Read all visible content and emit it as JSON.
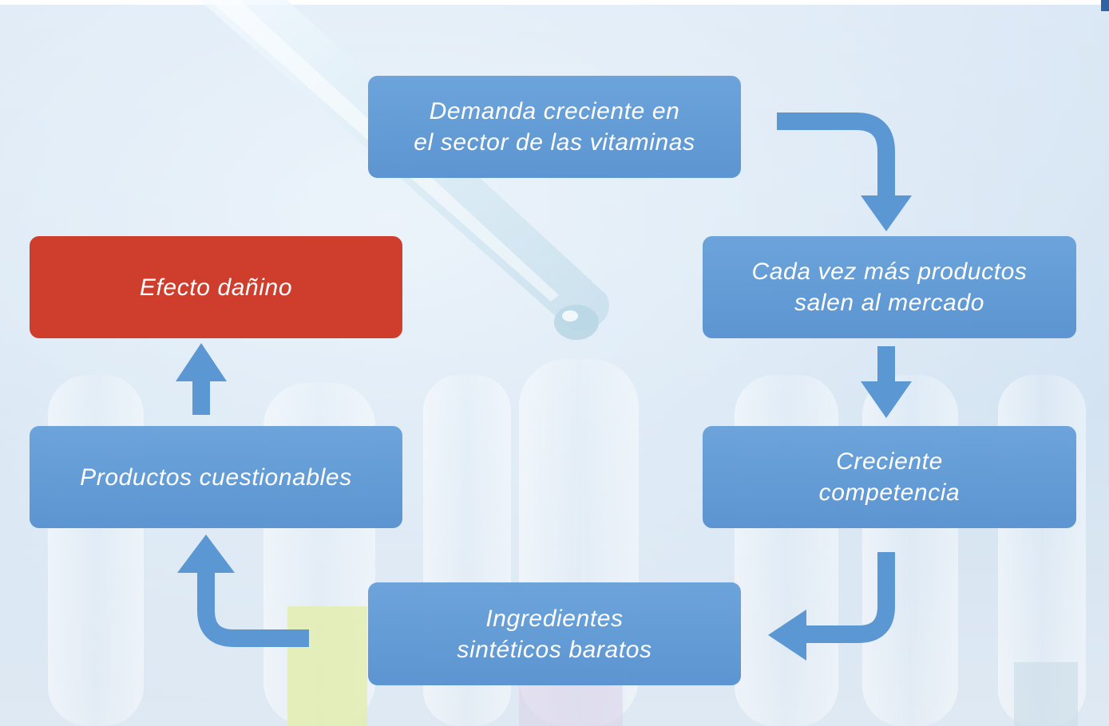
{
  "diagram": {
    "nodes": {
      "demand": "Demanda creciente en\nel sector de las vitaminas",
      "more_products": "Cada vez más productos\nsalen al mercado",
      "competition": "Creciente\ncompetencia",
      "ingredients": "Ingredientes\nsintéticos baratos",
      "questionable": "Productos cuestionables",
      "harm": "Efecto dañino"
    },
    "flow": [
      "demand",
      "more_products",
      "competition",
      "ingredients",
      "questionable",
      "harm"
    ],
    "colors": {
      "box_blue": "#5f9bd6",
      "box_red": "#cf3e2d",
      "arrow": "#5b98d3",
      "background": "#d7e6f4"
    }
  }
}
